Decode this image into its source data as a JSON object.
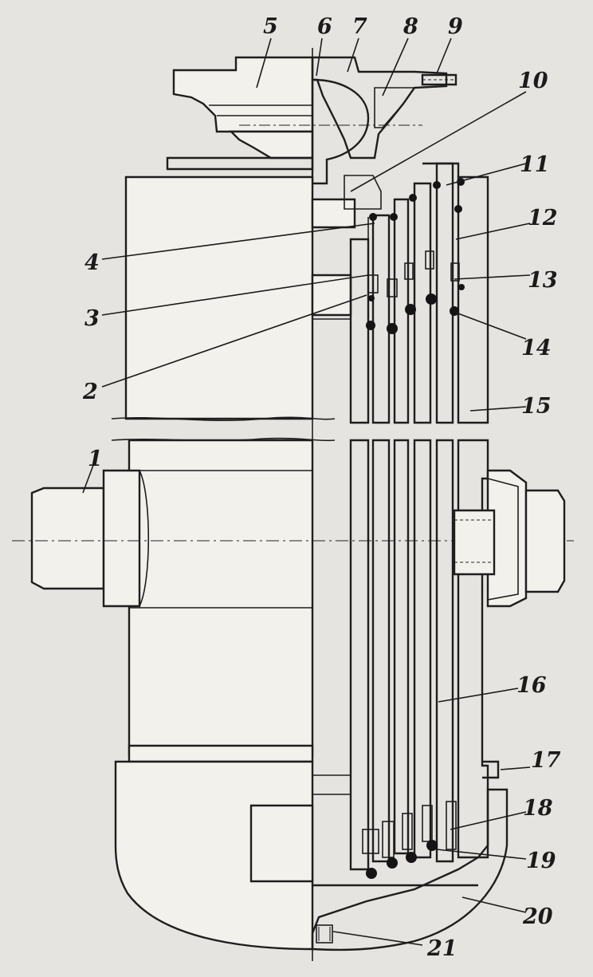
{
  "diagram": {
    "labels": [
      {
        "id": "1",
        "text": "1"
      },
      {
        "id": "2",
        "text": "2"
      },
      {
        "id": "3",
        "text": "3"
      },
      {
        "id": "4",
        "text": "4"
      },
      {
        "id": "5",
        "text": "5"
      },
      {
        "id": "6",
        "text": "6"
      },
      {
        "id": "7",
        "text": "7"
      },
      {
        "id": "8",
        "text": "8"
      },
      {
        "id": "9",
        "text": "9"
      },
      {
        "id": "10",
        "text": "10"
      },
      {
        "id": "11",
        "text": "11"
      },
      {
        "id": "12",
        "text": "12"
      },
      {
        "id": "13",
        "text": "13"
      },
      {
        "id": "14",
        "text": "14"
      },
      {
        "id": "15",
        "text": "15"
      },
      {
        "id": "16",
        "text": "16"
      },
      {
        "id": "17",
        "text": "17"
      },
      {
        "id": "18",
        "text": "18"
      },
      {
        "id": "19",
        "text": "19"
      },
      {
        "id": "20",
        "text": "20"
      },
      {
        "id": "21",
        "text": "21"
      }
    ],
    "colors": {
      "ink": "#1e1e1e",
      "paper": "#e6e4e0"
    }
  }
}
